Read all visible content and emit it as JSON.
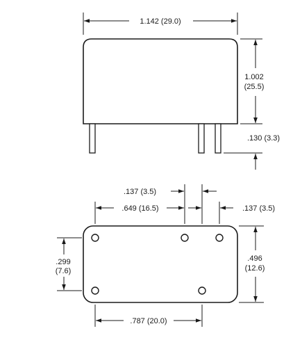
{
  "side_view": {
    "width_label": "1.142 (29.0)",
    "height_label_in": "1.002",
    "height_label_mm": "(25.5)",
    "pin_length_label": ".130 (3.3)"
  },
  "bottom_view": {
    "pin_spacing_top_label": ".137 (3.5)",
    "pin_offset_label": ".649 (16.5)",
    "pin_spacing_right_label": ".137 (3.5)",
    "left_height_label_in": ".299",
    "left_height_label_mm": "(7.6)",
    "right_height_label_in": ".496",
    "right_height_label_mm": "(12.6)",
    "bottom_width_label": ".787 (20.0)"
  }
}
